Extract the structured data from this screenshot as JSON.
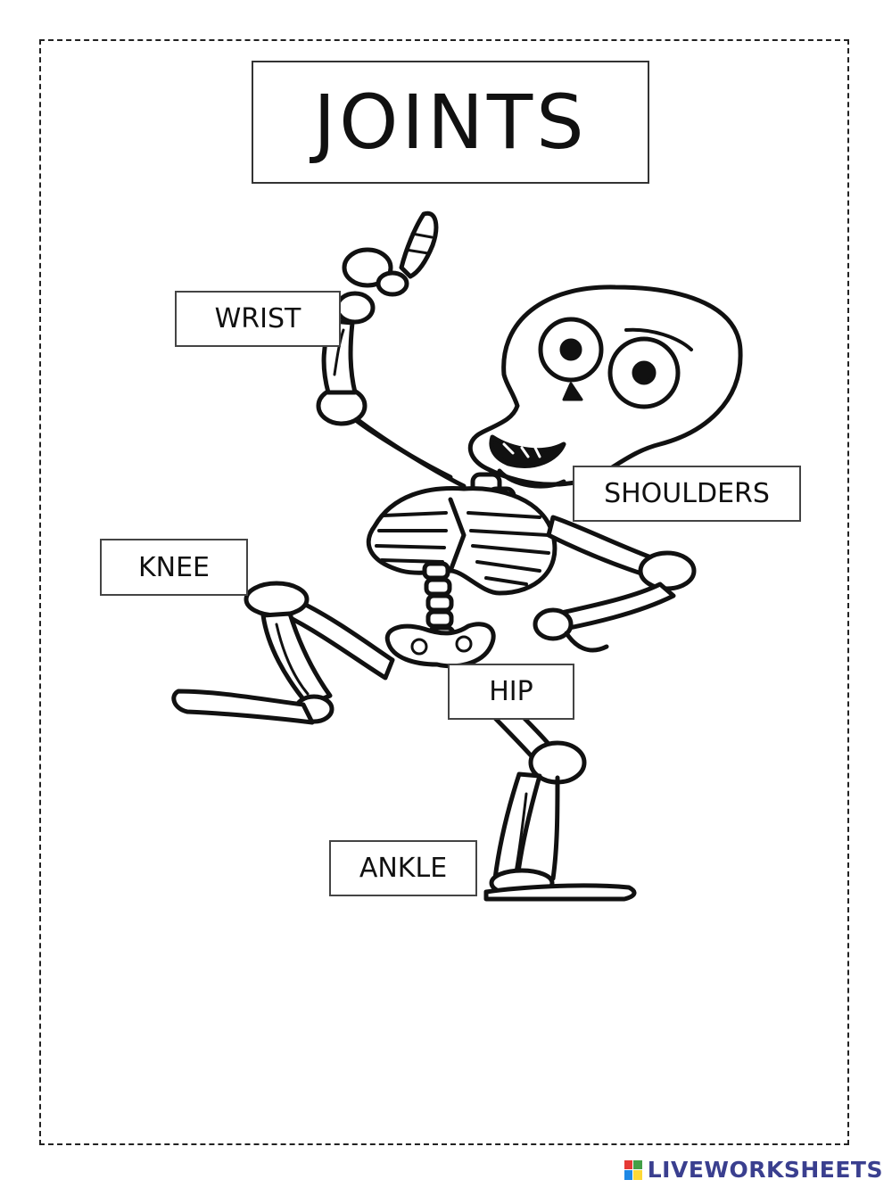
{
  "worksheet": {
    "title": "JOINTS",
    "labels": {
      "wrist": "WRIST",
      "shoulders": "SHOULDERS",
      "knee": "KNEE",
      "hip": "HIP",
      "ankle": "ANKLE"
    },
    "illustration": "skeleton-drawing"
  },
  "footer": {
    "brand": "LIVEWORKSHEETS",
    "brand_color": "#3a3f8f",
    "badge_colors": [
      "#e53935",
      "#43a047",
      "#1e88e5",
      "#fdd835"
    ]
  }
}
